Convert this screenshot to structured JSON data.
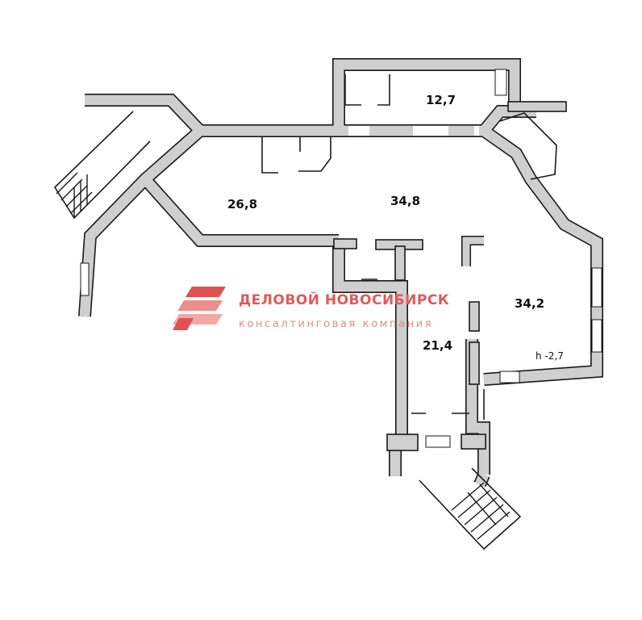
{
  "plan": {
    "rooms": [
      {
        "id": "room-a",
        "area": "12,7"
      },
      {
        "id": "room-b",
        "area": "26,8"
      },
      {
        "id": "room-c",
        "area": "34,8"
      },
      {
        "id": "room-d",
        "area": "34,2"
      },
      {
        "id": "room-e",
        "area": "21,4"
      }
    ],
    "ceiling_height": "h -2,7"
  },
  "watermark": {
    "title": "ДЕЛОВОЙ НОВОСИБИРСК",
    "subtitle": "консалтинговая компания",
    "colors": {
      "dark": "#e0524f",
      "light": "#f2a8a5"
    }
  },
  "colors": {
    "wall_fill": "#cfcfcf",
    "line": "#1a1a1a"
  }
}
